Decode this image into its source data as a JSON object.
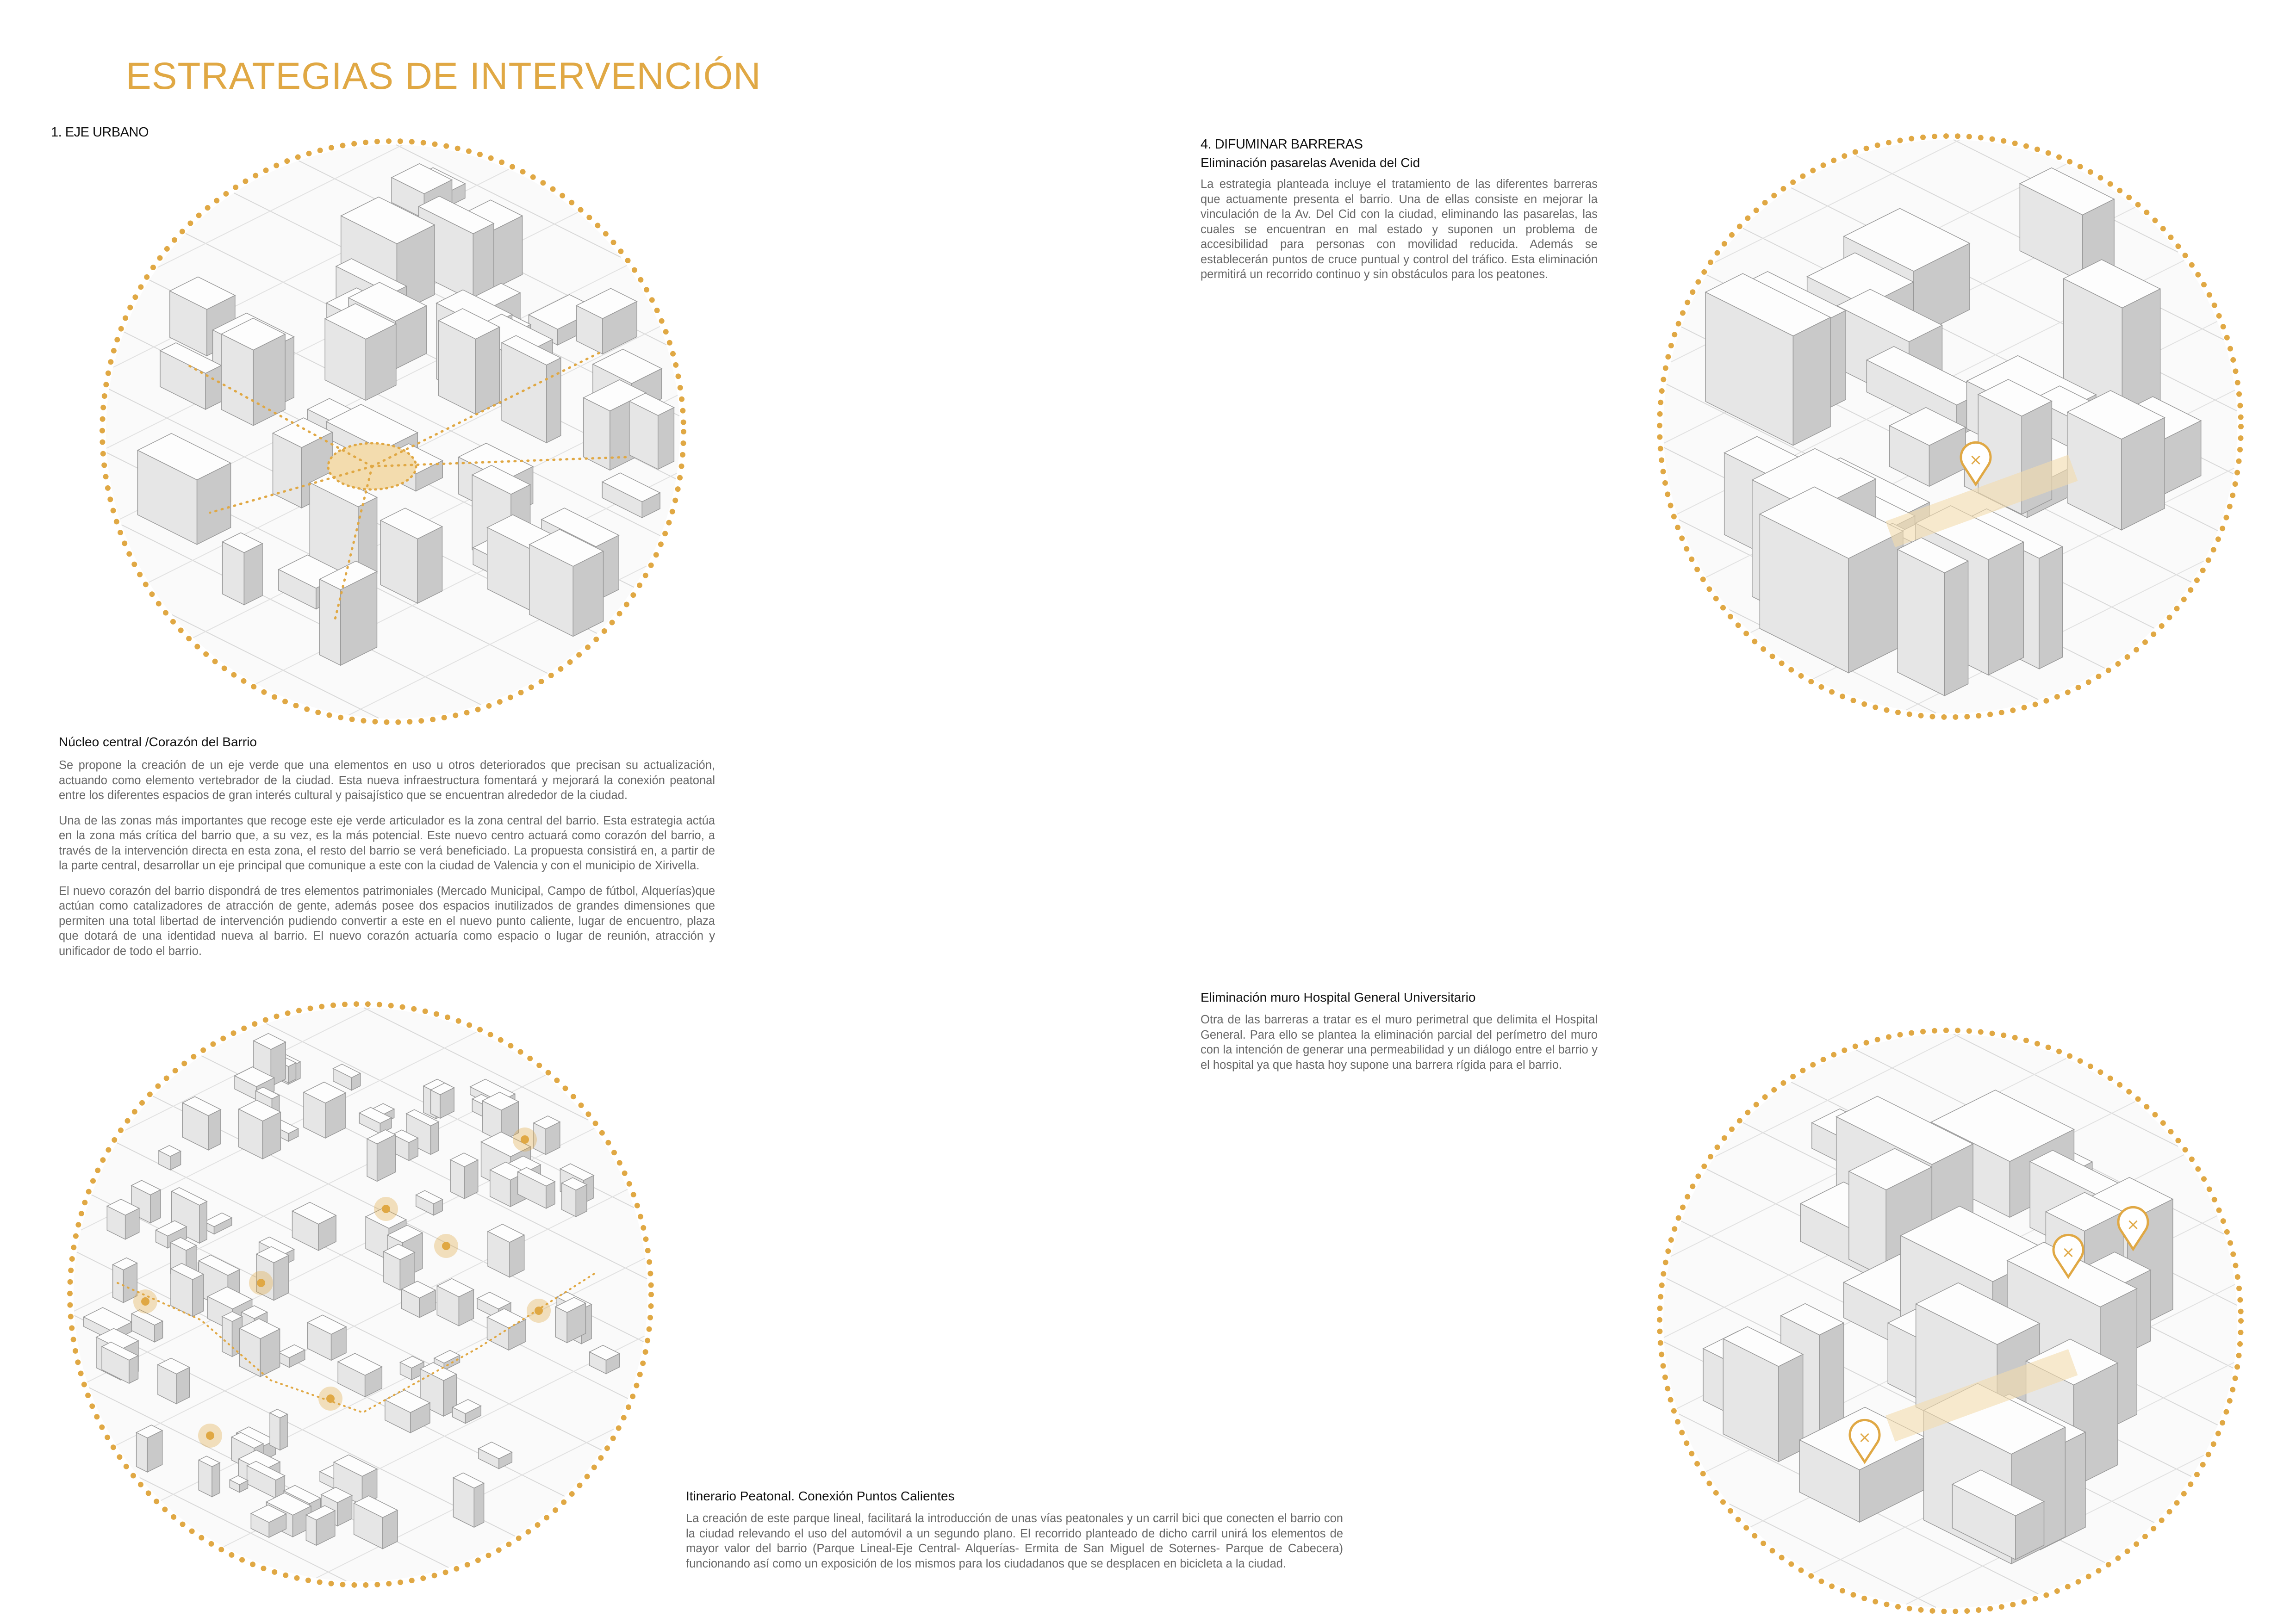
{
  "page": {
    "title": "ESTRATEGIAS DE INTERVENCIÓN",
    "accent_color": "#e0a844"
  },
  "section1": {
    "heading": "1. EJE URBANO",
    "block_title": "Núcleo central /Corazón del Barrio",
    "paragraphs": [
      "Se propone la creación de un eje verde que una elementos en uso u otros deteriorados que precisan su actualización, actuando como elemento vertebrador de la ciudad. Esta nueva infraestructura fomentará y mejorará la conexión peatonal entre los diferentes espacios de gran interés cultural y paisajístico que se encuentran alrededor de la ciudad.",
      "Una de las zonas más importantes que recoge este eje verde articulador es la zona central del barrio. Esta estrategia actúa en la zona más crítica del barrio que, a su vez, es la más potencial. Este nuevo centro actuará como corazón del barrio, a través de la intervención directa en esta zona, el resto del barrio se verá beneficiado. La propuesta consistirá en, a partir de la parte  central, desarrollar un eje principal que comunique a este con la ciudad de Valencia y con el municipio de Xirivella.",
      "El nuevo corazón del barrio dispondrá de tres elementos patrimoniales (Mercado Municipal, Campo de fútbol, Alquerías)que actúan como catalizadores de atracción de gente, además posee dos espacios inutilizados de grandes dimensiones que permiten una total libertad de intervención pudiendo convertir a este en el nuevo punto caliente, lugar de encuentro, plaza que dotará de una identidad nueva al barrio. El nuevo corazón actuaría como espacio o lugar de reunión, atracción y unificador de todo el barrio."
    ],
    "itinerary_title": "Itinerario Peatonal. Conexión Puntos Calientes",
    "itinerary_text": "La creación de este parque lineal, facilitará la introducción de unas vías peatonales y un carril bici que conecten el barrio con la ciudad relevando el uso del automóvil a un segundo plano. El recorrido planteado de dicho carril unirá los elementos de mayor valor del barrio (Parque Lineal-Eje Central- Alquerías- Ermita de San Miguel de Soternes- Parque de Cabecera) funcionando así como un exposición de los mismos para los ciudadanos que se desplacen en bicicleta a la ciudad."
  },
  "section4": {
    "heading": "4. DIFUMINAR BARRERAS",
    "block_title": "Eliminación pasarelas Avenida del Cid",
    "text": "La estrategia planteada incluye el tratamiento de las diferentes barreras que actuamente presenta el barrio. Una de ellas consiste en mejorar la vinculación de la Av. Del Cid con la ciudad, eliminando las pasarelas, las cuales se encuentran en mal estado y suponen un problema de accesibilidad para personas con movilidad reducida. Además se establecerán puntos de cruce puntual y control del tráfico. Esta eliminación permitirá un recorrido continuo y sin obstáculos para los peatones.",
    "hospital_title": "Eliminación muro Hospital General Universitario",
    "hospital_text": "Otra de las barreras a tratar es el muro perimetral  que delimita el Hospital General. Para ello se plantea la eliminación parcial del perímetro del muro con la intención de generar una permeabilidad y un diálogo entre el barrio y el hospital ya que hasta hoy supone una barrera rígida para el barrio."
  }
}
